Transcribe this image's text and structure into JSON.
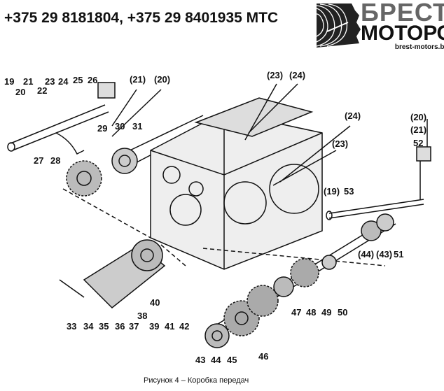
{
  "header": {
    "phones": "+375 29 8181804,  +375 29 8401935 МТС"
  },
  "logo": {
    "title1": "БРЕСТ",
    "title2": "МОТОРС",
    "url": "brest-motors.by"
  },
  "labels": [
    "19",
    "21",
    "23",
    "24",
    "25",
    "26",
    "20",
    "22",
    "(21)",
    "(20)",
    "29",
    "30",
    "31",
    "27",
    "28",
    "(23)",
    "(24)",
    "(24)",
    "(23)",
    "(20)",
    "(21)",
    "52",
    "(19)",
    "53",
    "(44)",
    "(43)",
    "51",
    "33",
    "34",
    "35",
    "36",
    "37",
    "38",
    "39",
    "40",
    "41",
    "42",
    "47",
    "48",
    "49",
    "50",
    "43",
    "44",
    "45",
    "46"
  ],
  "caption": "Рисунок 4 – Коробка передач"
}
